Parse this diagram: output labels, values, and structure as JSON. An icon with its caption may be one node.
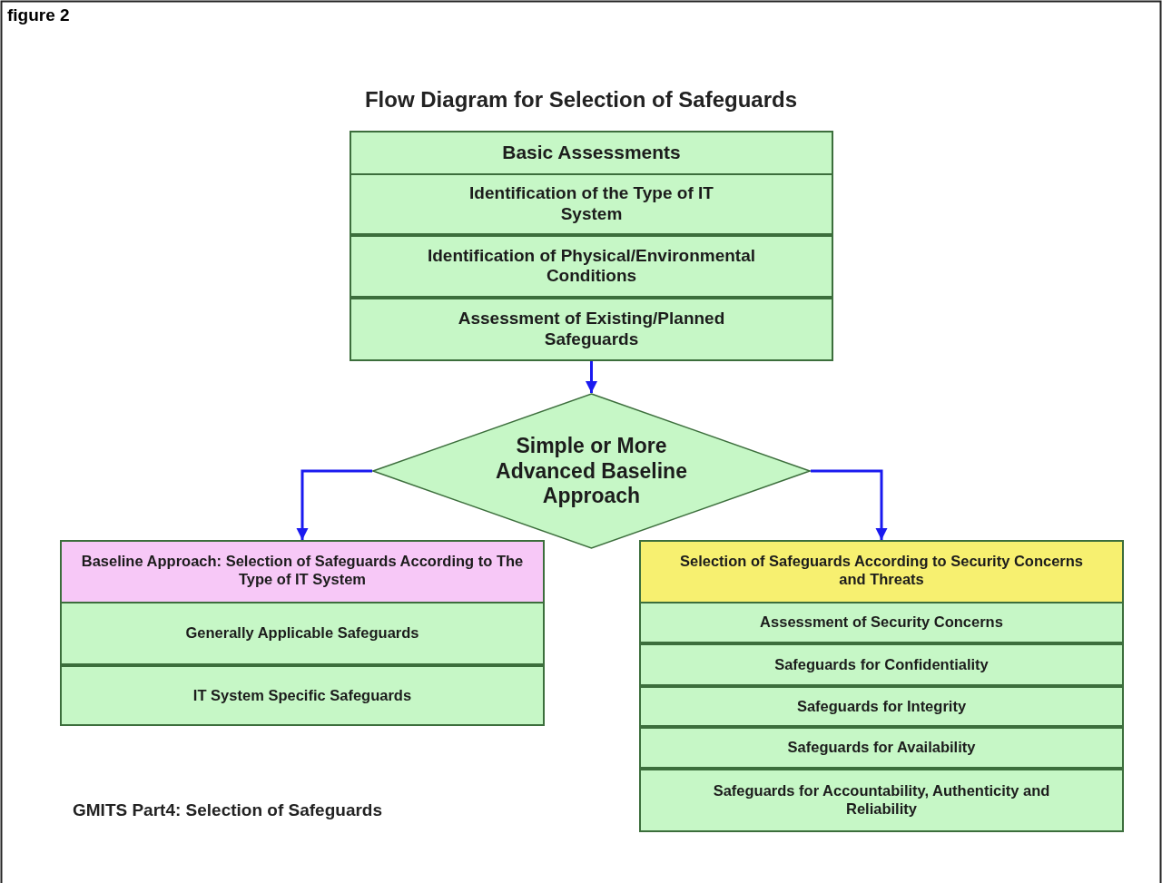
{
  "diagram": {
    "title": "Flow Diagram for Selection of Safeguards",
    "caption": "GMITS Part4: Selection of Safeguards",
    "nodes": [
      {
        "text": [
          "Basic Assessments"
        ]
      },
      {
        "text": [
          "Identification of the Type of IT System"
        ],
        "in": 0
      },
      {
        "text": [
          "Identification of Physical/Environmental Conditions"
        ],
        "in": 0
      },
      {
        "text": [
          "Assessment of Existing/Planned Safeguards"
        ],
        "in": 0
      },
      {
        "text": [
          "Simple or More Advanced Baseline Approach"
        ]
      },
      {
        "text": [
          "Baseline Approach: Selection of Safeguards According to The Type of IT System"
        ]
      },
      {
        "text": [
          "Generally Applicable Safeguards"
        ],
        "in": 5
      },
      {
        "text": [
          "IT System Specific Safeguards"
        ],
        "in": 5
      },
      {
        "text": [
          "Selection of Safeguards According to Security Concerns and Threats"
        ]
      },
      {
        "text": [
          "Assessment of Security Concerns"
        ],
        "in": 8
      },
      {
        "text": [
          "Safeguards for Confidentiality"
        ],
        "in": 8
      },
      {
        "text": [
          "Safeguards for Integrity"
        ],
        "in": 8
      },
      {
        "text": [
          "Safeguards for Availability"
        ],
        "in": 8
      },
      {
        "text": [
          "Safeguards for Accountability, Authenticity and Reliability"
        ],
        "in": 8
      }
    ],
    "edges": [
      {
        "from": 0,
        "to": 4,
        "arrow": "to"
      },
      {
        "from": 4,
        "to": 5,
        "arrow": "to"
      },
      {
        "from": 4,
        "to": 8,
        "arrow": "to"
      }
    ],
    "labels": [
      "figure 2"
    ]
  }
}
